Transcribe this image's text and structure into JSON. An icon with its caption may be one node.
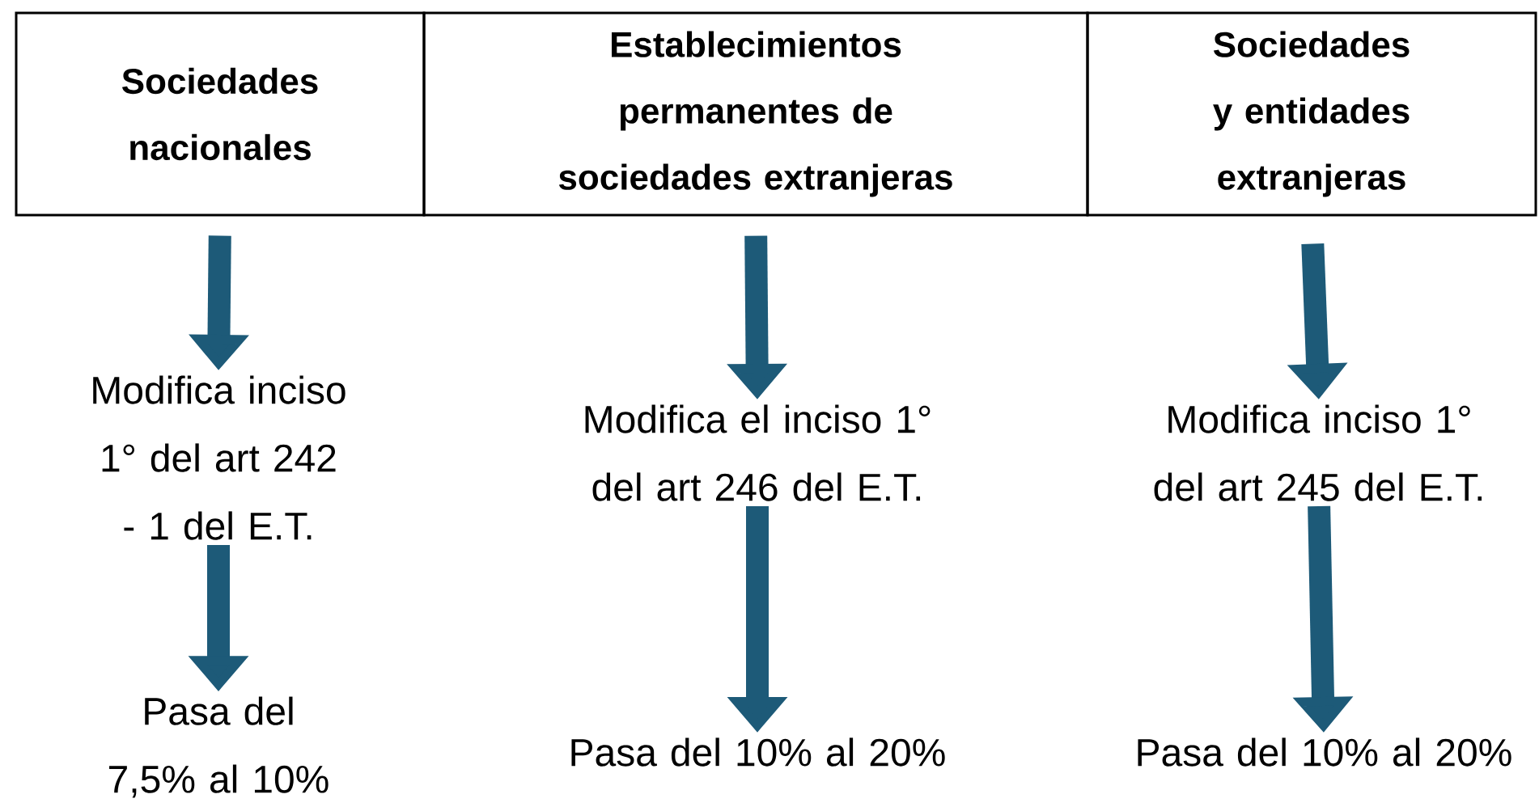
{
  "diagram": {
    "nodes": [
      {
        "text": [
          "Sociedades nacionales"
        ]
      },
      {
        "text": [
          "Establecimientos permanentes de sociedades extranjeras"
        ]
      },
      {
        "text": [
          "Sociedades y entidades extranjeras"
        ]
      },
      {
        "text": [
          "Modifica inciso 1° del art 242 - 1 del E.T."
        ]
      },
      {
        "text": [
          "Modifica el inciso 1° del art 246 del E.T."
        ]
      },
      {
        "text": [
          "Modifica inciso 1° del art 245 del E.T."
        ]
      },
      {
        "text": [
          "Pasa del 7,5% al 10%"
        ]
      },
      {
        "text": [
          "Pasa del 10% al 20%"
        ]
      },
      {
        "text": [
          "Pasa del 10% al 20%"
        ]
      }
    ],
    "edges": [
      {
        "from": 0,
        "to": 3,
        "arrow": "to"
      },
      {
        "from": 1,
        "to": 4,
        "arrow": "to"
      },
      {
        "from": 2,
        "to": 5,
        "arrow": "to"
      },
      {
        "from": 3,
        "to": 6,
        "arrow": "to"
      },
      {
        "from": 4,
        "to": 7,
        "arrow": "to"
      },
      {
        "from": 5,
        "to": 8,
        "arrow": "to"
      }
    ]
  }
}
